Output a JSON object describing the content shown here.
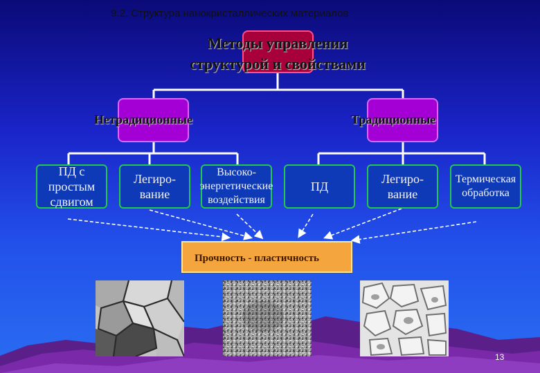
{
  "slide": {
    "header": "9.2. Структура нанокристаллических материалов",
    "root": {
      "line1": "Методы управления",
      "line2": "структурой и свойствами"
    },
    "categories": {
      "nontraditional": "Нетрадиционные",
      "traditional": "Традиционные"
    },
    "methods": [
      {
        "lines": [
          "ПД с",
          "простым",
          "сдвигом"
        ]
      },
      {
        "lines": [
          "Легиро-",
          "вание"
        ]
      },
      {
        "lines": [
          "Высоко-",
          "энергетические",
          "воздействия"
        ]
      },
      {
        "lines": [
          "ПД"
        ]
      },
      {
        "lines": [
          "Легиро-",
          "вание"
        ]
      },
      {
        "lines": [
          "Термическая",
          "обработка"
        ]
      }
    ],
    "result": "Прочность - пластичность",
    "micrographs": [
      "coarse-grain-micrograph",
      "nanocrystalline-micrograph",
      "fine-grain-micrograph"
    ],
    "page_number": "13"
  },
  "colors": {
    "background_top": "#0b0a78",
    "background_bottom": "#2a6ef2",
    "root_box": "#a8003a",
    "category_box": "#a400d6",
    "method_box": "#0e3ab8",
    "method_border": "#22c94a",
    "result_box": "#f5a53d",
    "mountains": "#6a2496"
  }
}
